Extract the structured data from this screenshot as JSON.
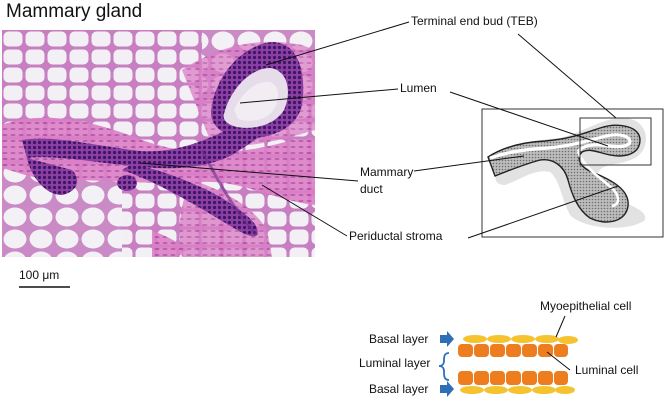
{
  "title": "Mammary gland",
  "labels": {
    "teb": "Terminal end bud (TEB)",
    "lumen": "Lumen",
    "duct_line1": "Mammary",
    "duct_line2": "duct",
    "stroma": "Periductal stroma",
    "scale_bar": "100 μm",
    "myoepithelial": "Myoepithelial cell",
    "basal_top": "Basal layer",
    "luminal_layer": "Luminal layer",
    "luminal_cell": "Luminal cell",
    "basal_bottom": "Basal layer"
  },
  "colors": {
    "tissue_pink": "#d98ccc",
    "nuclei_purple": "#4a1f7a",
    "fat_white": "#f2f0f4",
    "myoepithelial_yellow": "#f5c230",
    "luminal_orange": "#ee7d1f",
    "arrow_blue": "#2f6fb7",
    "stroma_gray": "#e1e1e1",
    "epithelium_dots": "#8a8a8a"
  }
}
